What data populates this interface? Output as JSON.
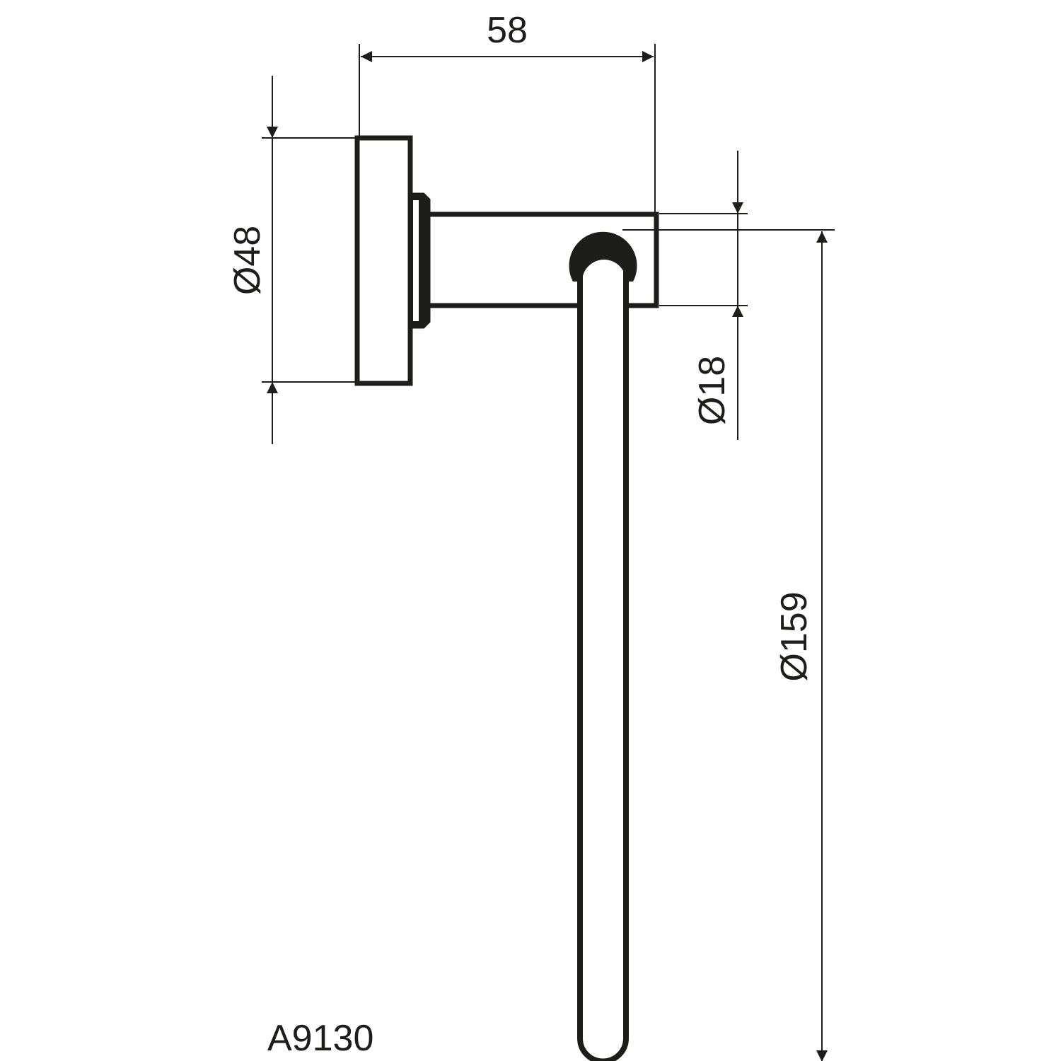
{
  "drawing": {
    "model_code": "A9130",
    "dimensions": {
      "depth": "58",
      "plate_diameter": "Ø48",
      "arm_diameter": "Ø18",
      "ring_diameter": "Ø159"
    },
    "line_color": "#1d1d1b"
  }
}
